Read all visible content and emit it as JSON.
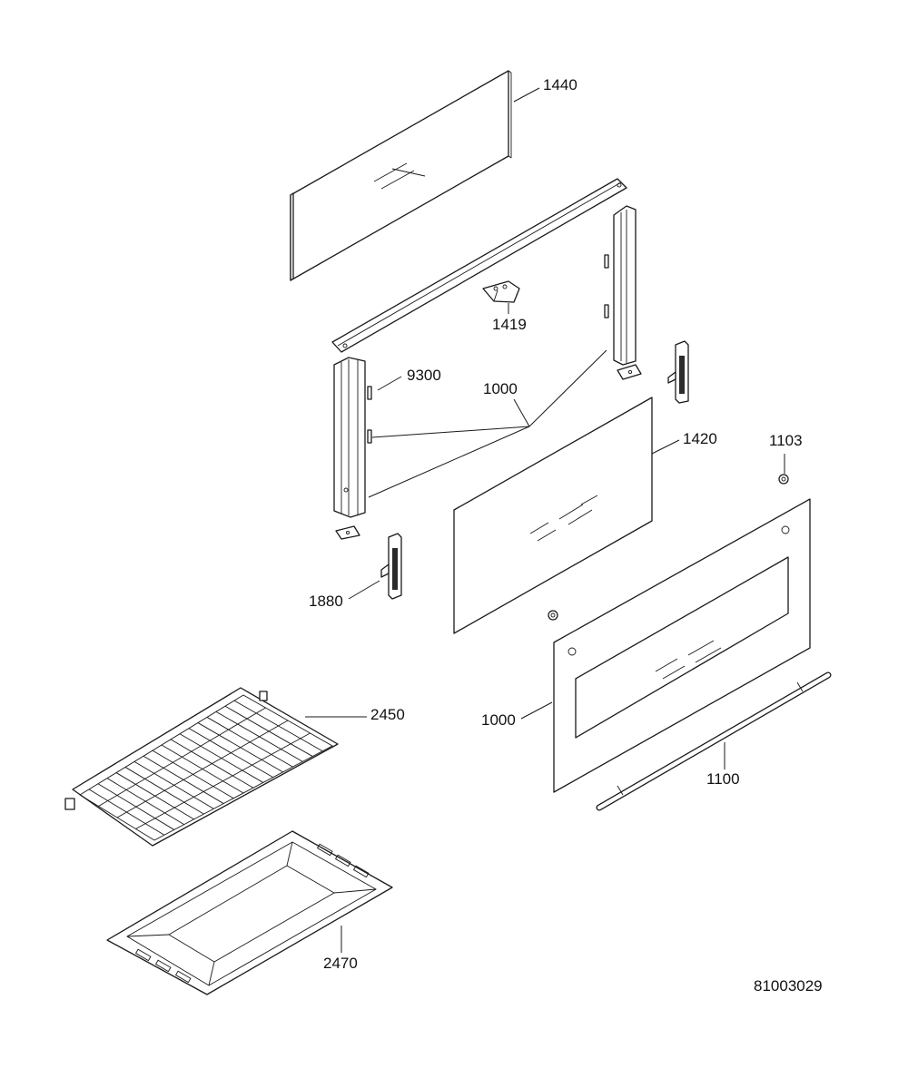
{
  "diagram": {
    "document_number": "81003029",
    "callouts": [
      {
        "id": "c1440",
        "text": "1440"
      },
      {
        "id": "c1419",
        "text": "1419"
      },
      {
        "id": "c9300",
        "text": "9300"
      },
      {
        "id": "c1000a",
        "text": "1000"
      },
      {
        "id": "c1420",
        "text": "1420"
      },
      {
        "id": "c1103",
        "text": "1103"
      },
      {
        "id": "c1880",
        "text": "1880"
      },
      {
        "id": "c2450",
        "text": "2450"
      },
      {
        "id": "c1000b",
        "text": "1000"
      },
      {
        "id": "c1100",
        "text": "1100"
      },
      {
        "id": "c2470",
        "text": "2470"
      }
    ],
    "colors": {
      "line": "#1a1a1a",
      "background": "#ffffff",
      "text": "#111111"
    }
  }
}
